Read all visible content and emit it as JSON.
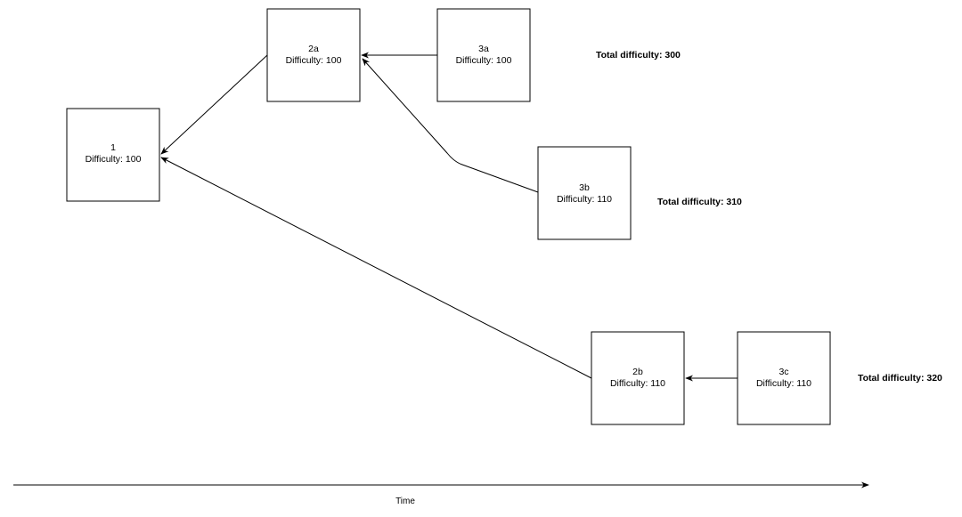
{
  "nodes": {
    "n1": {
      "id": "1",
      "difficulty": "Difficulty: 100"
    },
    "n2a": {
      "id": "2a",
      "difficulty": "Difficulty: 100"
    },
    "n3a": {
      "id": "3a",
      "difficulty": "Difficulty: 100"
    },
    "n3b": {
      "id": "3b",
      "difficulty": "Difficulty: 110"
    },
    "n2b": {
      "id": "2b",
      "difficulty": "Difficulty: 110"
    },
    "n3c": {
      "id": "3c",
      "difficulty": "Difficulty: 110"
    }
  },
  "totals": {
    "chain_a": "Total difficulty: 300",
    "chain_b": "Total difficulty: 310",
    "chain_c": "Total difficulty: 320"
  },
  "axis": {
    "label": "Time"
  },
  "edges": [
    {
      "from": "2a",
      "to": "1"
    },
    {
      "from": "3a",
      "to": "2a"
    },
    {
      "from": "3b",
      "to": "2a"
    },
    {
      "from": "2b",
      "to": "1"
    },
    {
      "from": "3c",
      "to": "2b"
    }
  ],
  "colors": {
    "stroke": "#000000",
    "background": "#ffffff"
  }
}
